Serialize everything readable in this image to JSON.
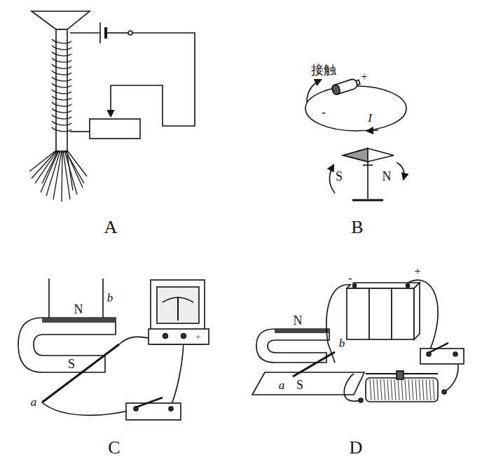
{
  "diagram": {
    "labels": [
      "接触",
      "+",
      "-",
      "I",
      "S",
      "N",
      "A",
      "B",
      "N",
      "b",
      "a",
      "S",
      "+",
      "-",
      "+",
      "N",
      "b",
      "a",
      "S",
      "C",
      "D"
    ]
  }
}
